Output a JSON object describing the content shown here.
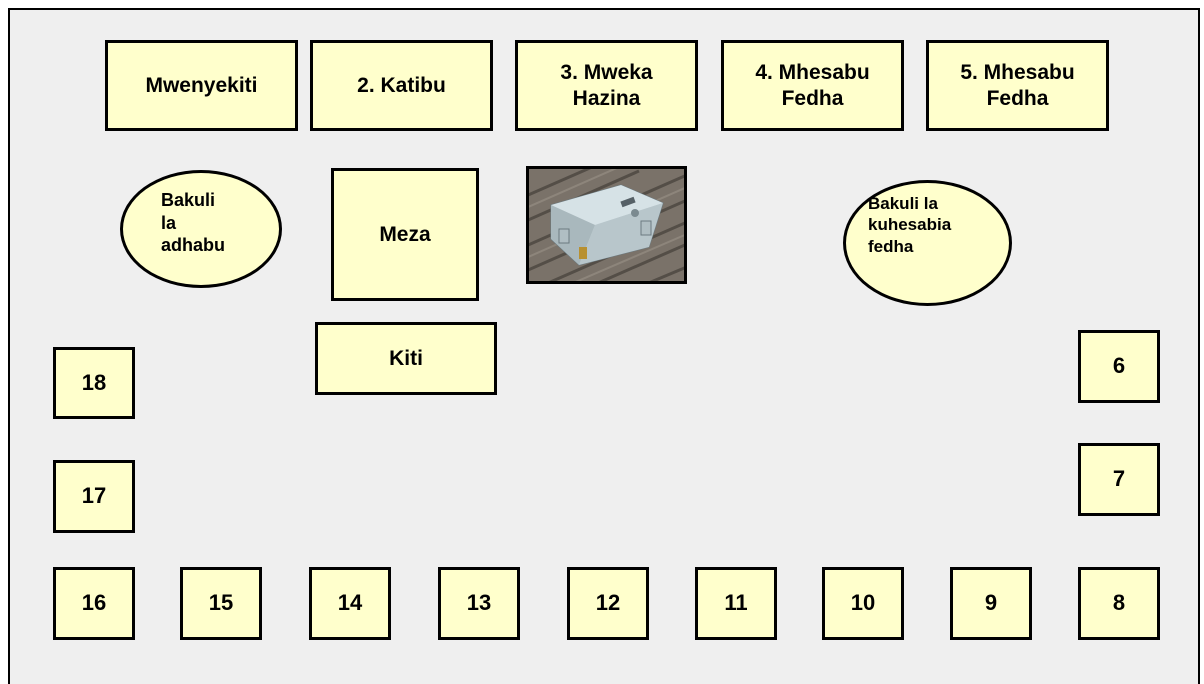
{
  "officials": [
    {
      "label": "Mwenyekiti"
    },
    {
      "label": "2. Katibu"
    },
    {
      "label": "3. Mweka\nHazina"
    },
    {
      "label": "4. Mhesabu\nFedha"
    },
    {
      "label": "5. Mhesabu\nFedha"
    }
  ],
  "fine_bowl": {
    "label": "Bakuli\nla\nadhabu"
  },
  "table": {
    "label": "Meza"
  },
  "chair": {
    "label": "Kiti"
  },
  "counting_bowl": {
    "label": "Bakuli la\nkuhesabia\nfedha"
  },
  "seats": {
    "s6": "6",
    "s7": "7",
    "s8": "8",
    "s9": "9",
    "s10": "10",
    "s11": "11",
    "s12": "12",
    "s13": "13",
    "s14": "14",
    "s15": "15",
    "s16": "16",
    "s17": "17",
    "s18": "18"
  },
  "colors": {
    "box_fill": "#ffffcc",
    "background": "#efefef",
    "border": "#000000"
  }
}
